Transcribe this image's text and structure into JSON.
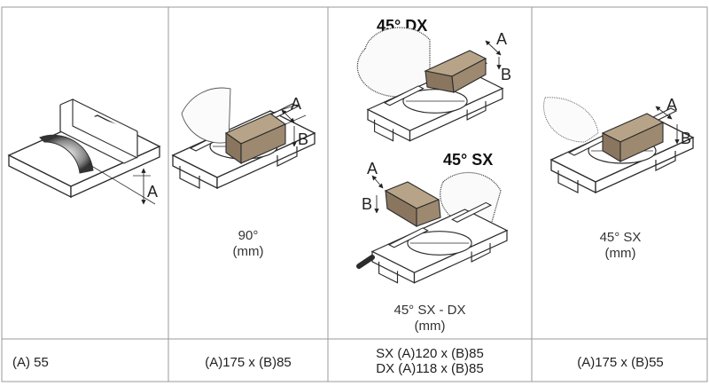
{
  "panels": [
    {
      "id": "blade",
      "label_a": "A",
      "caption": [],
      "value": [
        "(A) 55"
      ]
    },
    {
      "id": "cut-90",
      "label_a": "A",
      "label_b": "B",
      "caption": [
        "90°",
        "(mm)"
      ],
      "value": [
        "(A)175 x (B)85"
      ]
    },
    {
      "id": "cut-45-sx-dx",
      "top_title": "45° DX",
      "bottom_title": "45° SX",
      "label_a_top": "A",
      "label_b_top": "B",
      "label_a_bottom": "A",
      "label_b_bottom": "B",
      "caption": [
        "45° SX - DX",
        "(mm)"
      ],
      "value": [
        "SX (A)120 x (B)85",
        "DX (A)118 x (B)85"
      ]
    },
    {
      "id": "cut-45-sx",
      "label_a": "A",
      "label_b": "B",
      "caption": [
        "45° SX",
        "(mm)"
      ],
      "value": [
        "(A)175 x (B)55"
      ]
    }
  ],
  "colors": {
    "wood": "#a08b73",
    "wood_dark": "#7d6a55",
    "line": "#2b2b2b",
    "blade": "#555555",
    "border": "#9a9a9a"
  }
}
